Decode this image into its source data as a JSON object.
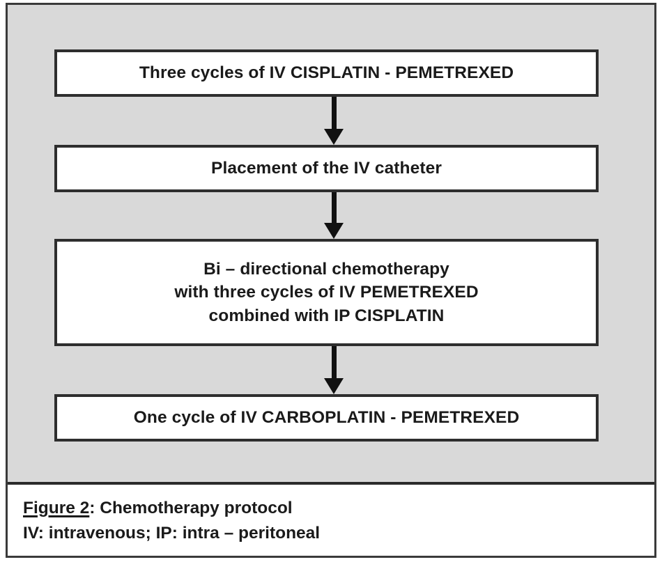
{
  "figure": {
    "id": "figure-2",
    "diagram_type": "flowchart",
    "panel_background": "#d9d9d9",
    "box_border_color": "#2e2e2e",
    "arrow_color": "#111111",
    "frame_border_color": "#3a3a3a",
    "steps": [
      {
        "order": 1,
        "name": "induction-chemotherapy",
        "label": "Three cycles of IV CISPLATIN - PEMETREXED"
      },
      {
        "order": 2,
        "name": "catheter-placement",
        "label": "Placement of the IV catheter"
      },
      {
        "order": 3,
        "name": "bidirectional-chemotherapy",
        "label": "Bi – directional chemotherapy\nwith three cycles of IV PEMETREXED\ncombined with IP CISPLATIN"
      },
      {
        "order": 4,
        "name": "consolidation-chemotherapy",
        "label": "One cycle of IV CARBOPLATIN - PEMETREXED"
      }
    ],
    "connectors": [
      {
        "from": 1,
        "to": 2,
        "name": "arrow-1-to-2",
        "glyph": "down-arrow"
      },
      {
        "from": 2,
        "to": 3,
        "name": "arrow-2-to-3",
        "glyph": "down-arrow"
      },
      {
        "from": 3,
        "to": 4,
        "name": "arrow-3-to-4",
        "glyph": "down-arrow"
      }
    ],
    "caption": {
      "label": "Figure 2",
      "title_rest": ": Chemotherapy protocol",
      "abbreviations": "IV: intravenous; IP: intra – peritoneal"
    }
  }
}
